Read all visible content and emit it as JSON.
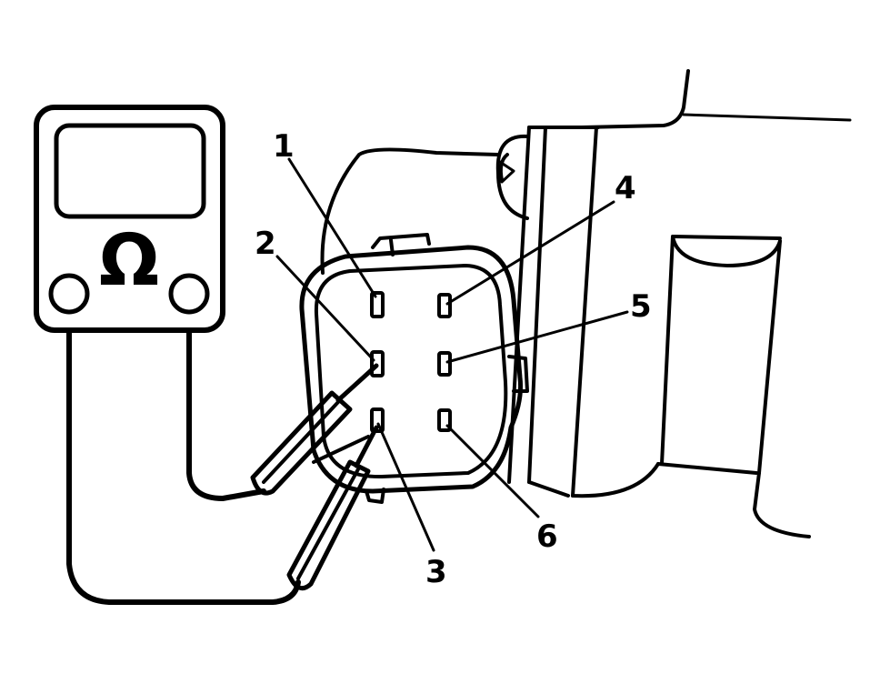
{
  "meter": {
    "symbol": "Ω"
  },
  "callouts": [
    {
      "label": "1"
    },
    {
      "label": "2"
    },
    {
      "label": "3"
    },
    {
      "label": "4"
    },
    {
      "label": "5"
    },
    {
      "label": "6"
    }
  ],
  "colors": {
    "ink": "#000000",
    "background": "#ffffff"
  }
}
